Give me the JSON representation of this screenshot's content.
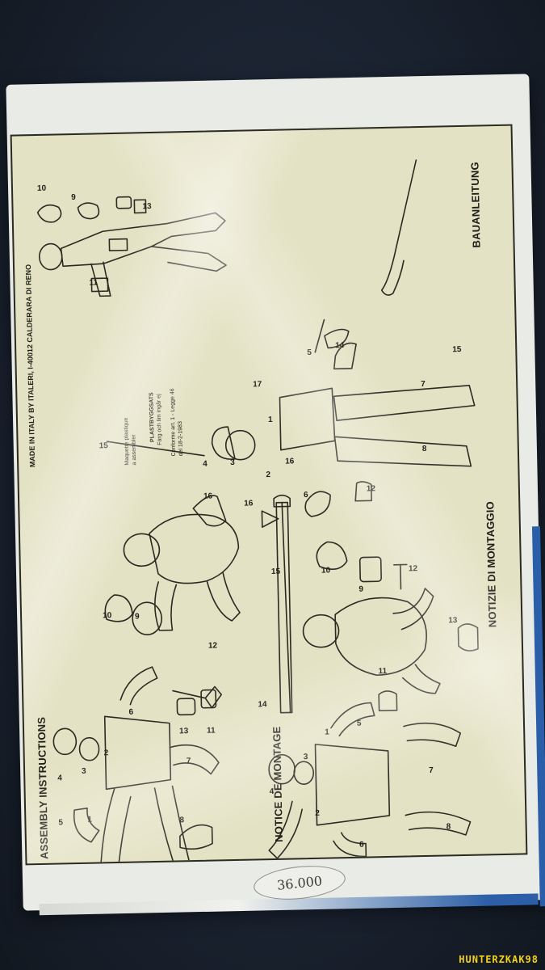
{
  "sheet": {
    "maker_line": "MADE IN ITALY BY ITALERI, I-40012 CALDERARA DI RENO",
    "titles": {
      "english": "ASSEMBLY INSTRUCTIONS",
      "french": "NOTICE DE MONTAGE",
      "italian": "NOTIZIE DI MONTAGGIO",
      "german": "BAUANLEITUNG"
    },
    "notes": {
      "french": "Maquette plastique\na assembler",
      "swedish_title": "PLASTBYGGSATS",
      "swedish_text": "Färg och lim ingår ej",
      "law": "Conforme art. 1 - Legge 46\ndel 18-2-1983"
    }
  },
  "price_tag": "36.000",
  "watermark": "HUNTERZKAK98",
  "colors": {
    "background": "#1c2531",
    "box": "#e9ebe6",
    "sheet": "#e4e2c4",
    "ink": "#1e1e18",
    "box_stripe": "#2a5ea8",
    "watermark": "#f2d21a"
  }
}
